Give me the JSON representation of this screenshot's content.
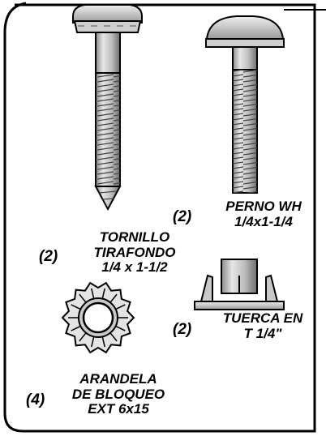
{
  "colors": {
    "ink": "#000000",
    "paper": "#ffffff",
    "metal_light": "#d9d9d9",
    "metal_mid": "#a8a8a8",
    "metal_dark": "#6e6e6e"
  },
  "parts": [
    {
      "id": "lag_screw",
      "icon": "lag-screw-icon",
      "qty": "(2)",
      "name_lines": [
        "TORNILLO",
        "TIRAFONDO",
        "1/4 x 1-1/2"
      ]
    },
    {
      "id": "bolt",
      "icon": "bolt-icon",
      "qty": "(2)",
      "name_lines": [
        "PERNO WH",
        "1/4x1-1/4"
      ]
    },
    {
      "id": "tee_nut",
      "icon": "tee-nut-icon",
      "qty": "(2)",
      "name_lines": [
        "TUERCA EN",
        "T 1/4\""
      ]
    },
    {
      "id": "lock_washer",
      "icon": "lock-washer-icon",
      "qty": "(4)",
      "name_lines": [
        "ARANDELA",
        "DE BLOQUEO",
        "EXT 6x15"
      ]
    }
  ]
}
